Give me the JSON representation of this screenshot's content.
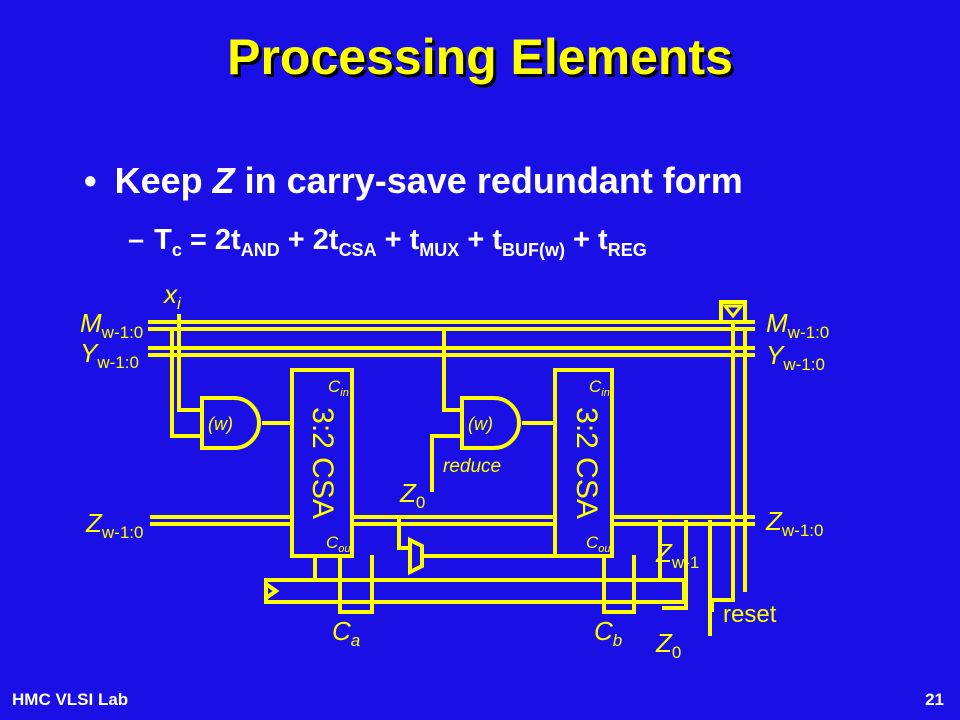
{
  "slide": {
    "title": "Processing Elements",
    "bullet": {
      "marker": "•",
      "text_pre": "Keep ",
      "text_var": "Z",
      "text_post": " in carry-save redundant form"
    },
    "sub": {
      "marker": "–",
      "t0": "T",
      "s0": "c",
      "t1": " = 2t",
      "s1": "AND",
      "t2": " + 2t",
      "s2": "CSA",
      "t3": " + t",
      "s3": "MUX",
      "t4": " + t",
      "s4": "BUF(w)",
      "t5": " + t",
      "s5": "REG"
    },
    "footer_left": "HMC VLSI Lab",
    "page_number": "21"
  },
  "diagram": {
    "wire_color": "#FFFF00",
    "label_color": "#FFFF00",
    "signals": {
      "m_left": {
        "base": "M",
        "sub": "w-1:0"
      },
      "y_left": {
        "base": "Y",
        "sub": "w-1:0"
      },
      "x": {
        "base": "x",
        "sub": "i"
      },
      "z_left": {
        "base": "Z",
        "sub": "w-1:0"
      },
      "m_right": {
        "base": "M",
        "sub": "w-1:0"
      },
      "y_right": {
        "base": "Y",
        "sub": "w-1:0"
      },
      "z_right": {
        "base": "Z",
        "sub": "w-1:0"
      },
      "z0_mid": {
        "base": "Z",
        "sub": "0"
      },
      "zw1": {
        "base": "Z",
        "sub": "w-1"
      },
      "z0_bottom": {
        "base": "Z",
        "sub": "0"
      },
      "ca": {
        "base": "C",
        "sub": "a"
      },
      "cb": {
        "base": "C",
        "sub": "b"
      }
    },
    "and1_label": "(w)",
    "and2_label": "(w)",
    "csa1": {
      "label": "3:2 CSA",
      "cin": {
        "base": "C",
        "sub": "in"
      },
      "cout": {
        "base": "C",
        "sub": "out"
      }
    },
    "csa2": {
      "label": "3:2 CSA",
      "cin": {
        "base": "C",
        "sub": "in"
      },
      "cout": {
        "base": "C",
        "sub": "out"
      }
    },
    "reduce_label": "reduce",
    "reset_label": "reset"
  }
}
